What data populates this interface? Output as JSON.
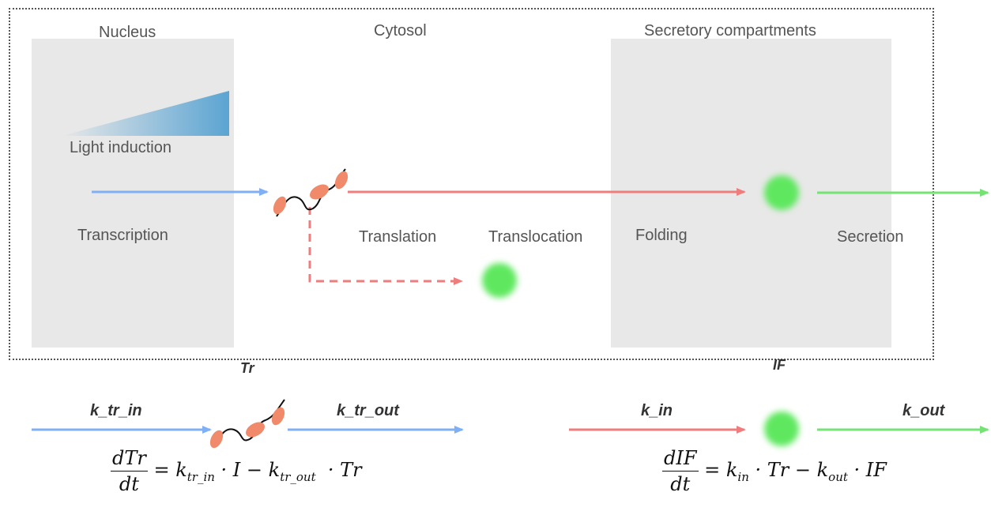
{
  "compartments": {
    "nucleus": "Nucleus",
    "cytosol": "Cytosol",
    "secretory": "Secretory compartments"
  },
  "processes": {
    "light_induction": "Light induction",
    "transcription": "Transcription",
    "translation": "Translation",
    "translocation": "Translocation",
    "folding": "Folding",
    "secretion": "Secretion"
  },
  "model": {
    "tr_label": "Tr",
    "if_label": "IF",
    "k_tr_in": "k_tr_in",
    "k_tr_out": "k_tr_out",
    "k_in": "k_in",
    "k_out": "k_out",
    "eq1": {
      "num": "dTr",
      "den": "dt",
      "k1": "k",
      "k1_sub": "tr_in",
      "mid": " · I − ",
      "k2": "k",
      "k2_sub": "tr_out",
      "tail": "  · Tr"
    },
    "eq2": {
      "num": "dIF",
      "den": "dt",
      "k1": "k",
      "k1_sub": "in",
      "mid": " · Tr − ",
      "k2": "k",
      "k2_sub": "out",
      "tail": " · IF"
    }
  },
  "colors": {
    "blue_arrow": "#7fb0f5",
    "red_arrow": "#f07d7d",
    "green_arrow": "#74e374",
    "ribosome": "#f08a6a",
    "protein": "#5fe85f",
    "light_gradient": "#5ba4d2",
    "panel": "#e8e8e8"
  }
}
